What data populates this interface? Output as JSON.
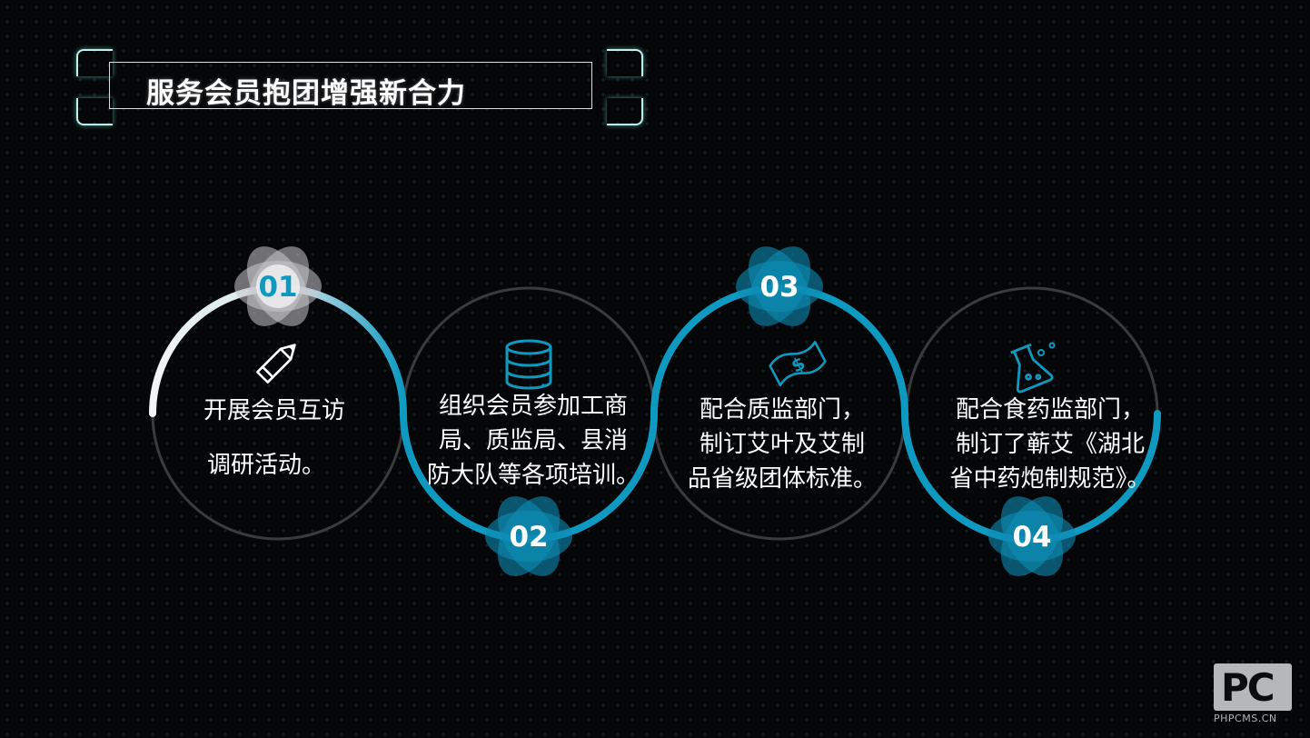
{
  "title": "服务会员抱团增强新合力",
  "colors": {
    "accent": "#0e9ac0",
    "accent_dark": "#0b6f8f",
    "bg": "#050608",
    "ring_dark": "#3b3b3d",
    "white_arc": "#e8eef0"
  },
  "steps": [
    {
      "number": "01",
      "icon": "pencil-icon",
      "lines": [
        "开展会员互访",
        "调研活动。"
      ]
    },
    {
      "number": "02",
      "icon": "database-icon",
      "lines": [
        "组织会员参加工商",
        "局、质监局、县消",
        "防大队等各项培训。"
      ]
    },
    {
      "number": "03",
      "icon": "money-bill-icon",
      "lines": [
        "配合质监部门，",
        "制订艾叶及艾制",
        "品省级团体标准。"
      ]
    },
    {
      "number": "04",
      "icon": "flask-icon",
      "lines": [
        "配合食药监部门，",
        "制订了蕲艾《湖北",
        "省中药炮制规范》。"
      ]
    }
  ],
  "logo": {
    "text": "PC",
    "caption": "PHPCMS.CN"
  }
}
